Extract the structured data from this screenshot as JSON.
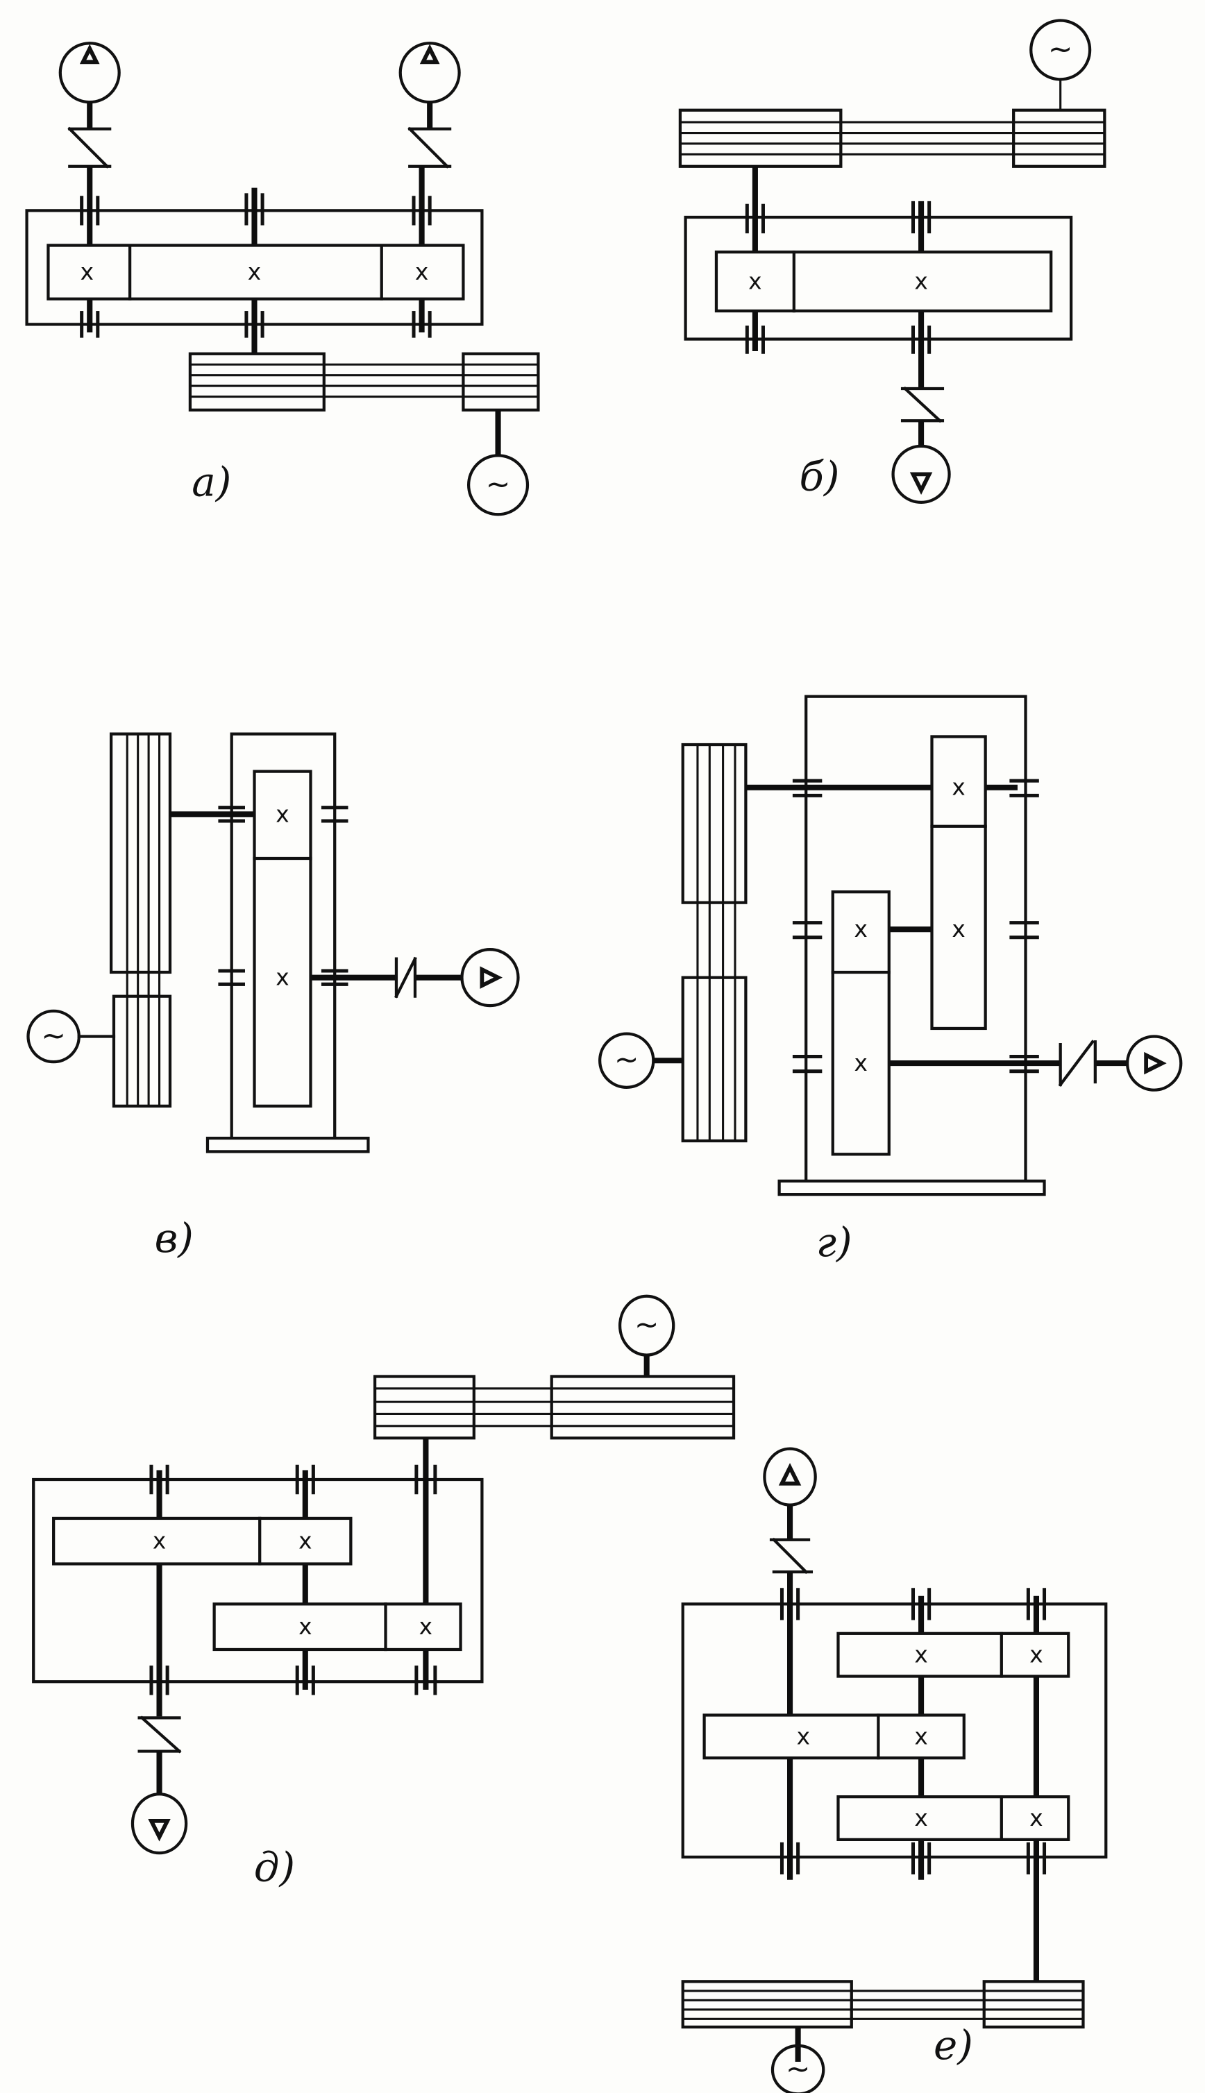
{
  "figure": {
    "type": "kinematic-schemes",
    "subject": "gear reducer drives with belt transmission, electric motor and coupling",
    "gear_mark": "x",
    "motor_symbol": "~",
    "driven_machine_symbol": "▷",
    "panels": [
      {
        "id": "a",
        "label": "а)",
        "stages": 1,
        "gears_per_stage": 3,
        "outputs": 2,
        "belt": "horizontal, below reducer",
        "motor": "~"
      },
      {
        "id": "b",
        "label": "б)",
        "stages": 1,
        "gears_per_stage": 2,
        "outputs": 1,
        "belt": "horizontal, above reducer",
        "motor": "~"
      },
      {
        "id": "v",
        "label": "в)",
        "stages": 1,
        "gears_per_stage": 2,
        "outputs": 1,
        "belt": "vertical, left of reducer",
        "motor": "~"
      },
      {
        "id": "g",
        "label": "г)",
        "stages": 2,
        "gears_per_stage": 2,
        "outputs": 1,
        "belt": "vertical, left of reducer",
        "motor": "~"
      },
      {
        "id": "d",
        "label": "д)",
        "stages": 2,
        "gears_per_stage": 2,
        "outputs": 1,
        "belt": "horizontal, above reducer",
        "motor": "~"
      },
      {
        "id": "e",
        "label": "е)",
        "stages": 3,
        "gears_per_stage": 2,
        "outputs": 1,
        "belt": "horizontal, below reducer",
        "motor": "~"
      }
    ]
  }
}
